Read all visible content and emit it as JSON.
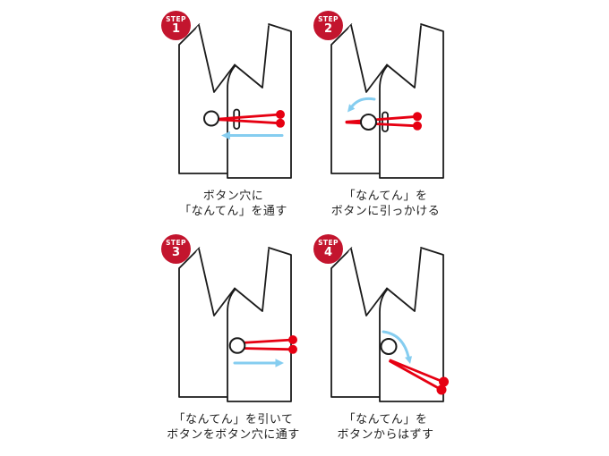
{
  "colors": {
    "background": "#ffffff",
    "badge_red": "#c3152e",
    "tool_red": "#e60012",
    "arrow_blue": "#85cdf0",
    "line_black": "#1b1b1b",
    "caption_text": "#1e1e1e"
  },
  "icons": {
    "step_badge": "red-circle-badge",
    "shirt": "shirt-collar-illustration",
    "tool": "nanten-red-loop-tool",
    "arrow": "light-blue-direction-arrow"
  },
  "steps": [
    {
      "badge_label": "STEP",
      "number": "1",
      "caption_line1": "ボタン穴に",
      "caption_line2": "「なんてん」を通す"
    },
    {
      "badge_label": "STEP",
      "number": "2",
      "caption_line1": "「なんてん」を",
      "caption_line2": "ボタンに引っかける"
    },
    {
      "badge_label": "STEP",
      "number": "3",
      "caption_line1": "「なんてん」を引いて",
      "caption_line2": "ボタンをボタン穴に通す"
    },
    {
      "badge_label": "STEP",
      "number": "4",
      "caption_line1": "「なんてん」を",
      "caption_line2": "ボタンからはずす"
    }
  ]
}
